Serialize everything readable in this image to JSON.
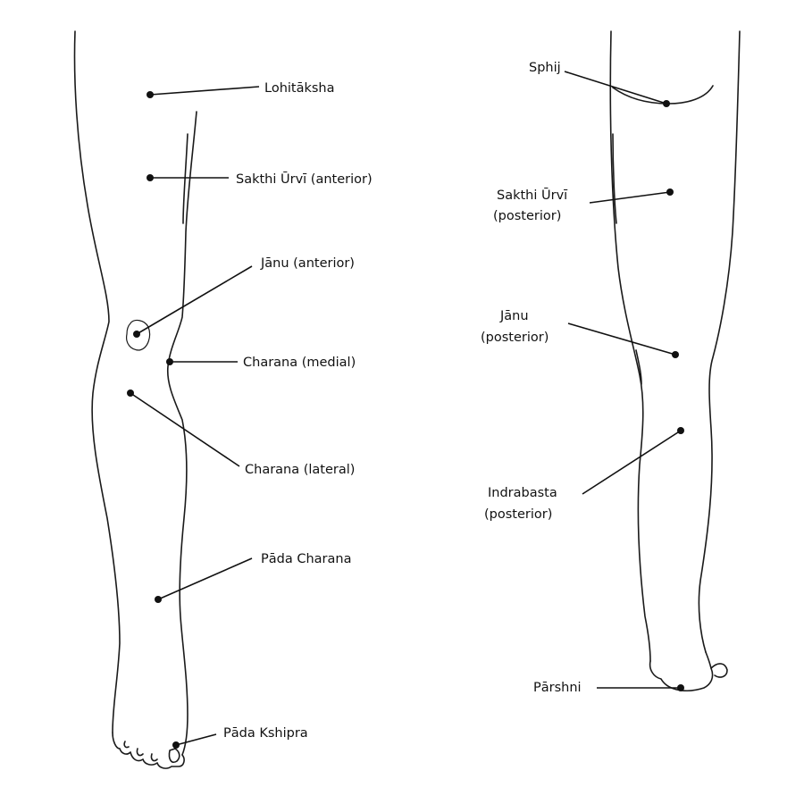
{
  "colors": {
    "background": "#ffffff",
    "ink": "#111111"
  },
  "anterior_points": {
    "lohitaksha": "Lohitāksha",
    "sakthi_urvi_anterior": "Sakthi Ūrvī (anterior)",
    "janu_anterior": "Jānu (anterior)",
    "charana_medial": "Charana (medial)",
    "charana_lateral": "Charana (lateral)",
    "pada_charana": "Pāda Charana",
    "pada_kshipra": "Pāda Kshipra"
  },
  "posterior_points": {
    "sphij": "Sphij",
    "sakthi_urvi_posterior_line1": "Sakthi Ūrvī",
    "sakthi_urvi_posterior_line2": "(posterior)",
    "janu_posterior_line1": "Jānu",
    "janu_posterior_line2": "(posterior)",
    "indrabasta_line1": "Indrabasta",
    "indrabasta_line2": "(posterior)",
    "parshni": "Pārshni"
  }
}
